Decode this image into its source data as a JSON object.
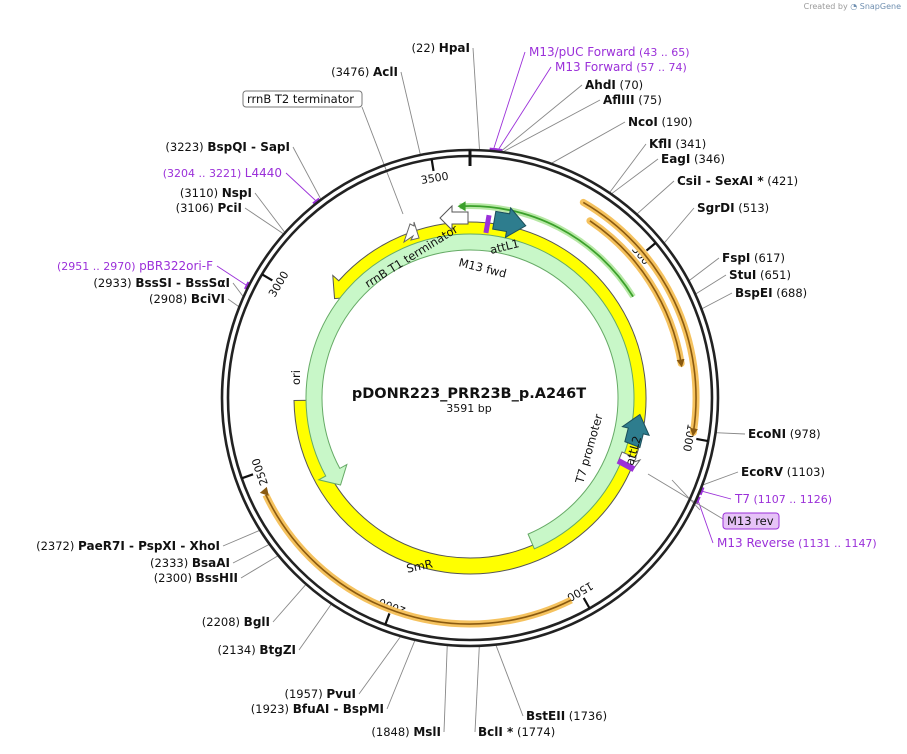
{
  "credit": {
    "prefix": "Created by",
    "brand": "SnapGene"
  },
  "title": "pDONR223_PRR23B_p.A246T",
  "length_label": "3591 bp",
  "length_bp": 3591,
  "colors": {
    "backbone": "#222222",
    "primer": "#9b30d9",
    "orf_fill": "#f5c25e",
    "orf_stroke": "#8a5a10",
    "ori": "#ffff00",
    "smr": "#c8f7c8",
    "attl": "#2e7d8e",
    "green_arrow": "#3aa02a"
  },
  "sites": [
    {
      "pos": 22,
      "pos_label": "(22)",
      "name": "HpaI"
    },
    {
      "pos": 3476,
      "pos_label": "(3476)",
      "name": "AclI"
    },
    {
      "pos": 70,
      "pos_label": "(70)",
      "name": "AhdI"
    },
    {
      "pos": 75,
      "pos_label": "(75)",
      "name": "AflIII"
    },
    {
      "pos": 190,
      "pos_label": "(190)",
      "name": "NcoI"
    },
    {
      "pos": 341,
      "pos_label": "(341)",
      "name": "KflI"
    },
    {
      "pos": 346,
      "pos_label": "(346)",
      "name": "EagI"
    },
    {
      "pos": 421,
      "pos_label": "(421)",
      "name": "CsiI - SexAI *"
    },
    {
      "pos": 513,
      "pos_label": "(513)",
      "name": "SgrDI"
    },
    {
      "pos": 617,
      "pos_label": "(617)",
      "name": "FspI"
    },
    {
      "pos": 651,
      "pos_label": "(651)",
      "name": "StuI"
    },
    {
      "pos": 688,
      "pos_label": "(688)",
      "name": "BspEI"
    },
    {
      "pos": 978,
      "pos_label": "(978)",
      "name": "EcoNI"
    },
    {
      "pos": 1103,
      "pos_label": "(1103)",
      "name": "EcoRV"
    },
    {
      "pos": 1736,
      "pos_label": "(1736)",
      "name": "BstEII"
    },
    {
      "pos": 1774,
      "pos_label": "(1774)",
      "name": "BclI *"
    },
    {
      "pos": 1848,
      "pos_label": "(1848)",
      "name": "MslI"
    },
    {
      "pos": 1923,
      "pos_label": "(1923)",
      "name": "BfuAI - BspMI"
    },
    {
      "pos": 1957,
      "pos_label": "(1957)",
      "name": "PvuI"
    },
    {
      "pos": 2134,
      "pos_label": "(2134)",
      "name": "BtgZI"
    },
    {
      "pos": 2208,
      "pos_label": "(2208)",
      "name": "BglI"
    },
    {
      "pos": 2300,
      "pos_label": "(2300)",
      "name": "BssHII"
    },
    {
      "pos": 2333,
      "pos_label": "(2333)",
      "name": "BsaAI"
    },
    {
      "pos": 2372,
      "pos_label": "(2372)",
      "name": "PaeR7I - PspXI - XhoI"
    },
    {
      "pos": 2908,
      "pos_label": "(2908)",
      "name": "BciVI"
    },
    {
      "pos": 2933,
      "pos_label": "(2933)",
      "name": "BssSI - BssSαI"
    },
    {
      "pos": 3106,
      "pos_label": "(3106)",
      "name": "PciI"
    },
    {
      "pos": 3110,
      "pos_label": "(3110)",
      "name": "NspI"
    },
    {
      "pos": 3223,
      "pos_label": "(3223)",
      "name": "BspQI - SapI"
    }
  ],
  "primers": [
    {
      "pos": 54,
      "name": "M13/pUC Forward",
      "range": "(43 .. 65)"
    },
    {
      "pos": 65,
      "name": "M13 Forward",
      "range": "(57 .. 74)"
    },
    {
      "pos": 1116,
      "name": "T7",
      "range": "(1107 .. 1126)"
    },
    {
      "pos": 1139,
      "name": "M13 Reverse",
      "range": "(1131 .. 1147)"
    },
    {
      "pos": 3212,
      "name": "L4440",
      "range": "(3204 .. 3221)"
    },
    {
      "pos": 2960,
      "name": "pBR322ori-F",
      "range": "(2951 .. 2970)"
    }
  ],
  "features": {
    "rrnb_t2": "rrnB T2 terminator",
    "rrnb_t1": "rrnB T1 terminator",
    "attl1": "attL1",
    "m13_fwd": "M13 fwd",
    "attl2": "attL2",
    "t7_promoter": "T7 promoter",
    "m13_rev": "M13 rev",
    "ori": "ori",
    "smr": "SmR"
  },
  "ticks": [
    {
      "pos": 500,
      "label": "500"
    },
    {
      "pos": 1000,
      "label": "1000"
    },
    {
      "pos": 1500,
      "label": "1500"
    },
    {
      "pos": 2000,
      "label": "2000"
    },
    {
      "pos": 2500,
      "label": "2500"
    },
    {
      "pos": 3000,
      "label": "3000"
    },
    {
      "pos": 3500,
      "label": "3500"
    }
  ]
}
